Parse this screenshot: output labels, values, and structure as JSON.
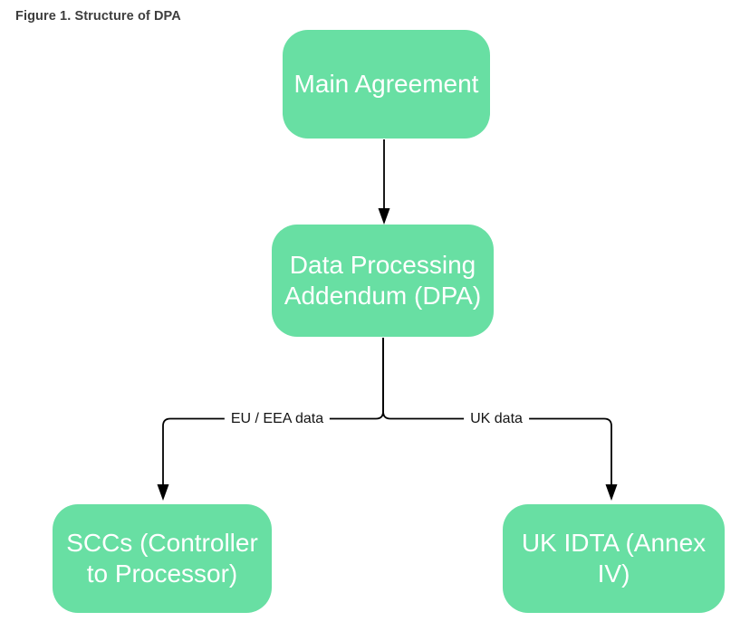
{
  "figure_caption": "Figure 1. Structure of DPA",
  "colors": {
    "node_fill": "#68dfa3",
    "node_text": "#ffffff",
    "connector": "#000000",
    "edge_label_text": "#141414",
    "caption_text": "#3d3d3d",
    "background": "#ffffff"
  },
  "nodes": {
    "main_agreement": {
      "label": "Main Agreement"
    },
    "dpa": {
      "label": "Data Processing Addendum (DPA)"
    },
    "sccs": {
      "label": "SCCs (Controller to Processor)"
    },
    "uk_idta": {
      "label": "UK IDTA (Annex IV)"
    }
  },
  "edges": {
    "main_to_dpa": {
      "label": ""
    },
    "dpa_to_sccs": {
      "label": "EU / EEA data"
    },
    "dpa_to_uk_idta": {
      "label": "UK data"
    }
  }
}
